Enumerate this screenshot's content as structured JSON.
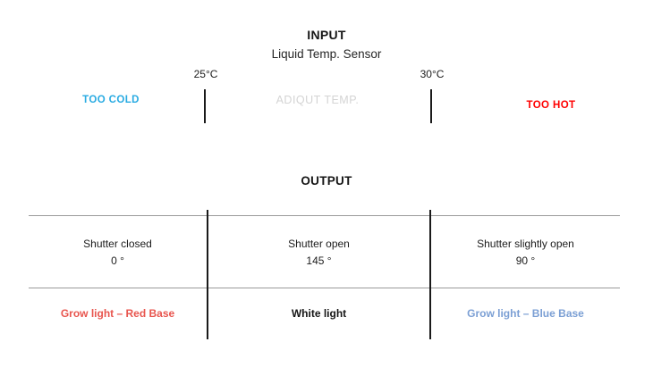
{
  "input": {
    "title": "INPUT",
    "subtitle": "Liquid Temp. Sensor",
    "temp_low": "25°C",
    "temp_high": "30°C",
    "too_cold_label": "TOO COLD",
    "too_hot_label": "TOO HOT",
    "adequate_label": "ADIQUT TEMP.",
    "colors": {
      "too_cold": "#29ABE2",
      "too_hot": "#FF0000",
      "adequate": "#D4D4D4",
      "tick": "#1A1A1A"
    }
  },
  "output": {
    "title": "OUTPUT",
    "colors": {
      "divider": "#9A9A9A",
      "column_rule": "#1A1A1A",
      "red_base": "#E8554E",
      "white_light": "#161616",
      "blue_base": "#7B9FD4"
    },
    "columns": [
      {
        "shutter_state": "Shutter closed",
        "shutter_angle": "0 °",
        "light_label": "Grow light – Red Base",
        "light_color": "#E8554E"
      },
      {
        "shutter_state": "Shutter open",
        "shutter_angle": "145 °",
        "light_label": "White light",
        "light_color": "#161616"
      },
      {
        "shutter_state": "Shutter slightly open",
        "shutter_angle": "90 °",
        "light_label": "Grow light – Blue Base",
        "light_color": "#7B9FD4"
      }
    ]
  }
}
